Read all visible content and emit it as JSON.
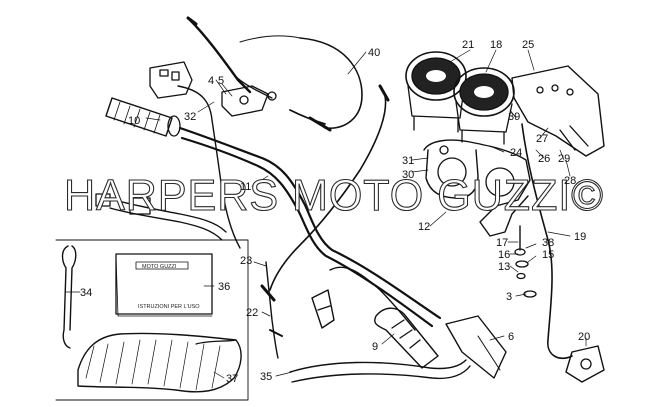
{
  "watermark": "HARPERS MOTO GUZZI©",
  "manual_box": {
    "brand": "MOTO GUZZI",
    "caption": "ISTRUZIONI PER L'USO"
  },
  "callouts": [
    "40",
    "4",
    "5",
    "32",
    "10",
    "21",
    "18",
    "25",
    "39",
    "27",
    "24",
    "26",
    "29",
    "28",
    "31",
    "30",
    "12",
    "11",
    "17",
    "38",
    "16",
    "15",
    "13",
    "3",
    "19",
    "23",
    "34",
    "36",
    "22",
    "9",
    "6",
    "20",
    "35",
    "37"
  ]
}
